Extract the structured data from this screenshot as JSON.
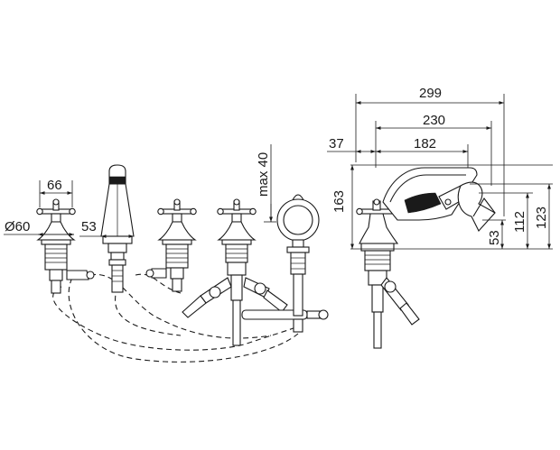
{
  "dimensions": {
    "handle_width": "66",
    "rosette_diameter": "Ø60",
    "spout_height": "53",
    "outlet_height": "max 40",
    "total_length": "299",
    "length_230": "230",
    "length_182": "182",
    "offset_37": "37",
    "overall_height": "163",
    "height_123": "123",
    "height_112": "112",
    "height_53": "53"
  }
}
